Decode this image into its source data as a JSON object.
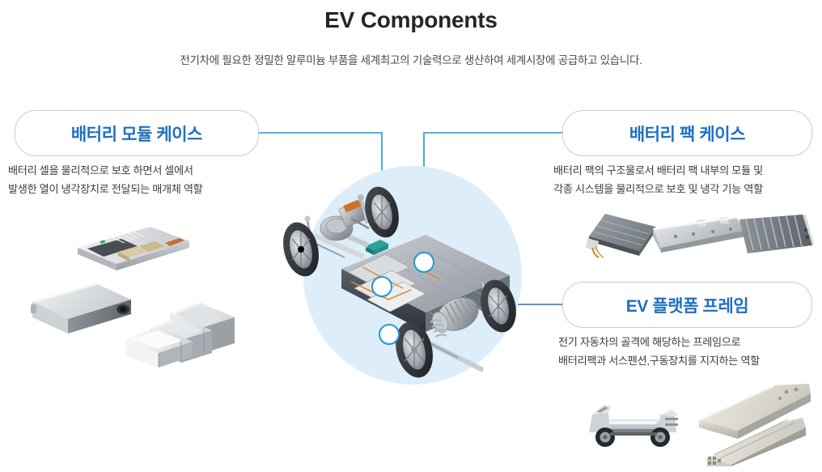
{
  "header": {
    "title": "EV Components",
    "subtitle": "전기차에 필요한 정밀한 알루미늄 부품을 세계최고의 기술력으로 생산하여 세계시장에 공급하고 있습니다."
  },
  "colors": {
    "title_text": "#262626",
    "subtitle_text": "#4a4a4a",
    "card_title_blue": "#1f6fc4",
    "card_border": "#c9ccd1",
    "connector_blue": "#2196d6",
    "disc_background": "#ddeefa",
    "body_text": "#3c3c3c"
  },
  "cards": [
    {
      "id": "battery-module-case",
      "title": "배터리 모듈 케이스",
      "desc_lines": [
        "배터리 셀을 물리적으로 보호 하면서 셀에서",
        "발생한 열이 냉각장치로 전달되는 매개체 역할"
      ],
      "products": [
        "duct-module-assembly",
        "aluminum-module-case",
        "aluminum-extrusion-profiles"
      ]
    },
    {
      "id": "battery-pack-case",
      "title": "배터리 팩 케이스",
      "desc_lines": [
        "배터리 팩의 구조물로서 배터리 팩 내부의 모듈 및",
        "각종 시스템을 물리적으로 보호 및 냉각 기능 역할"
      ],
      "products": [
        "battery-pack-tray",
        "pack-side-rail",
        "cooling-fin-panel"
      ]
    },
    {
      "id": "ev-platform-frame",
      "title": "EV 플랫폼 프레임",
      "desc_lines": [
        "전기 자동차의 골격에 해당하는 프레임으로",
        "배터리팩과 서스펜션,구동장치를 지지하는 역할"
      ],
      "products": [
        "ev-skateboard-platform",
        "frame-side-beams"
      ]
    }
  ],
  "diagram": {
    "center_image": "ev-chassis-cutaway",
    "node_count": 3,
    "nodes": [
      {
        "id": "node-battery-module",
        "links_to": "battery-module-case"
      },
      {
        "id": "node-battery-pack",
        "links_to": "battery-pack-case"
      },
      {
        "id": "node-ev-platform",
        "links_to": "ev-platform-frame"
      }
    ]
  }
}
